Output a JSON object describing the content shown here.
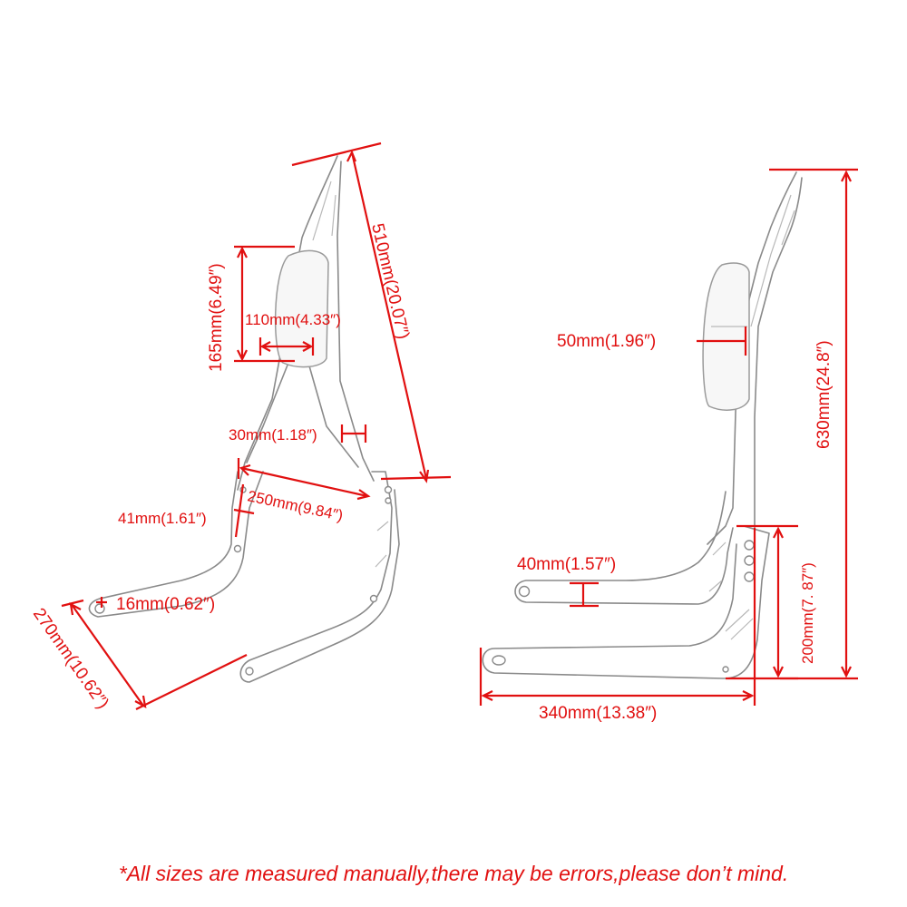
{
  "left_view": {
    "dimensions": {
      "overall_length": "510mm(20.07″)",
      "pad_height": "165mm(6.49″)",
      "pad_width": "110mm(4.33″)",
      "upright_width": "30mm(1.18″)",
      "span_width": "250mm(9.84″)",
      "bracket_width": "41mm(1.61″)",
      "hole_diameter": "16mm(0.62″)",
      "arm_length": "270mm(10.62″)"
    }
  },
  "right_view": {
    "dimensions": {
      "pad_thickness": "50mm(1.96″)",
      "overall_height": "630mm(24.8″)",
      "arm_width": "40mm(1.57″)",
      "bracket_height": "200mm(7. 87″)",
      "arm_length": "340mm(13.38″)"
    }
  },
  "disclaimer": "*All sizes are measured manually,there may be errors,please don’t mind.",
  "colors": {
    "dimension": "#e11010",
    "outline": "#8a8a8a"
  }
}
